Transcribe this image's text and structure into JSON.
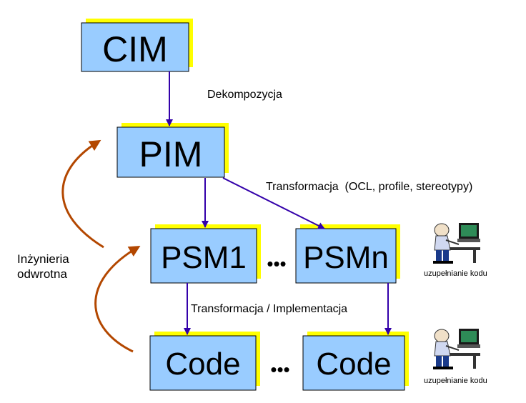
{
  "diagram": {
    "boxes": {
      "cim": "CIM",
      "pim": "PIM",
      "psm1": "PSM1",
      "psmn": "PSMn",
      "code1": "Code",
      "code2": "Code"
    },
    "ellipsis": "•••",
    "labels": {
      "decomposition": "Dekompozycja",
      "transformation_top": "Transformacja  (OCL, profile, stereotypy)",
      "transformation_bottom": "Transformacja / Implementacja",
      "reverse_line1": "Inżynieria",
      "reverse_line2": "odwrotna",
      "code_completion_1": "uzupełnianie kodu",
      "code_completion_2": "uzupełnianie kodu"
    },
    "colors": {
      "box_fill": "#99ccff",
      "box_shadow": "#ffff00",
      "arrow": "#3300aa",
      "reverse_arrow": "#b34700"
    },
    "icons": [
      "person-at-computer-icon",
      "person-at-computer-icon"
    ]
  }
}
